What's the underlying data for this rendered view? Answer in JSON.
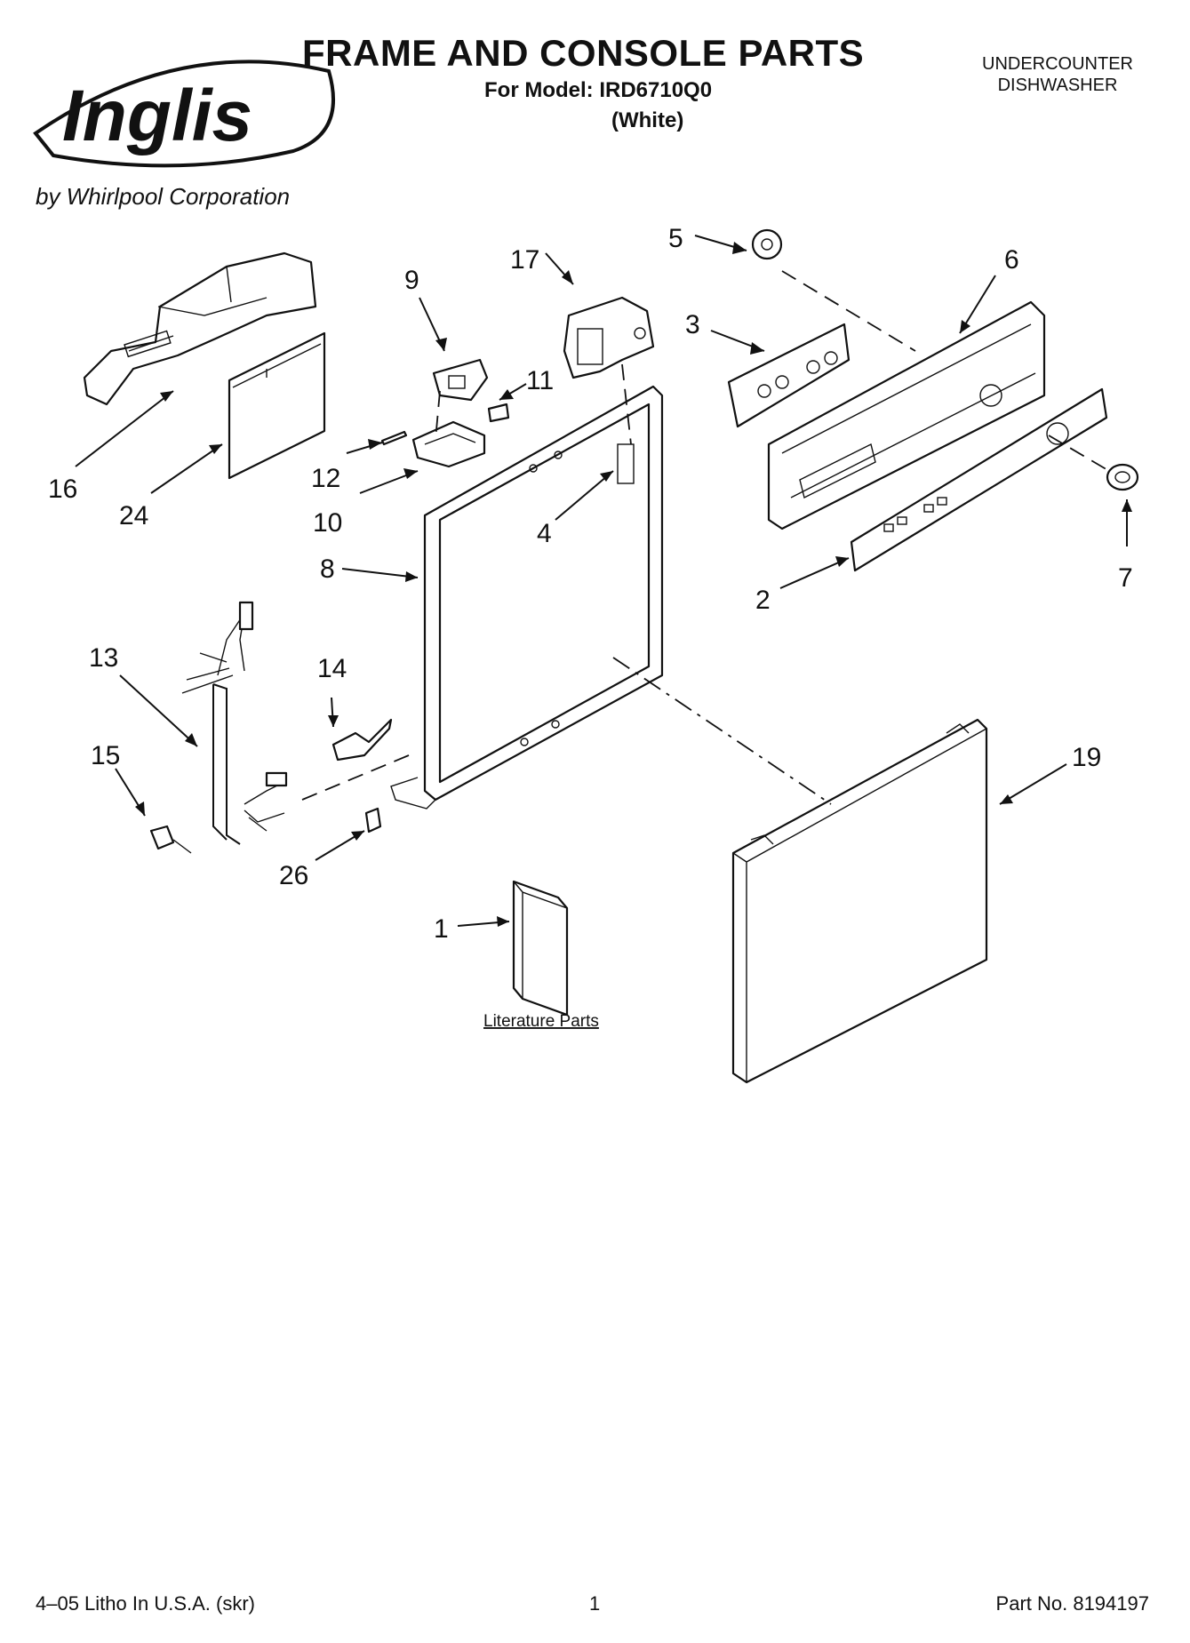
{
  "header": {
    "title": "FRAME AND CONSOLE PARTS",
    "model": "For Model: IRD6710Q0",
    "color": "(White)",
    "product_line1": "UNDERCOUNTER",
    "product_line2": "DISHWASHER"
  },
  "brand": {
    "logo_text": "Inglis",
    "tagline": "by Whirlpool Corporation"
  },
  "diagram": {
    "callouts": [
      "1",
      "2",
      "3",
      "4",
      "5",
      "6",
      "7",
      "8",
      "9",
      "10",
      "11",
      "12",
      "13",
      "14",
      "15",
      "16",
      "17",
      "19",
      "24",
      "26"
    ],
    "literature_label": "Literature Parts"
  },
  "footer": {
    "left": "4–05 Litho In U.S.A. (skr)",
    "center": "1",
    "right": "Part No. 8194197"
  }
}
